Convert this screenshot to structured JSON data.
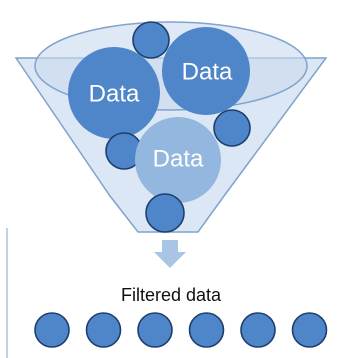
{
  "funnel": {
    "bubble_labels": [
      "Data",
      "Data",
      "Data"
    ]
  },
  "output": {
    "label": "Filtered data",
    "dot_count": 6
  },
  "colors": {
    "funnel_fill": "#dbe7f4",
    "funnel_rim": "#c9daee",
    "funnel_stroke": "#7fa3cc",
    "bubble_dark": "#4f86c9",
    "bubble_light": "#94b7df",
    "bubble_stroke": "#1e3f6e",
    "arrow": "#a9c5e6",
    "side_line": "#9ab4d6"
  }
}
